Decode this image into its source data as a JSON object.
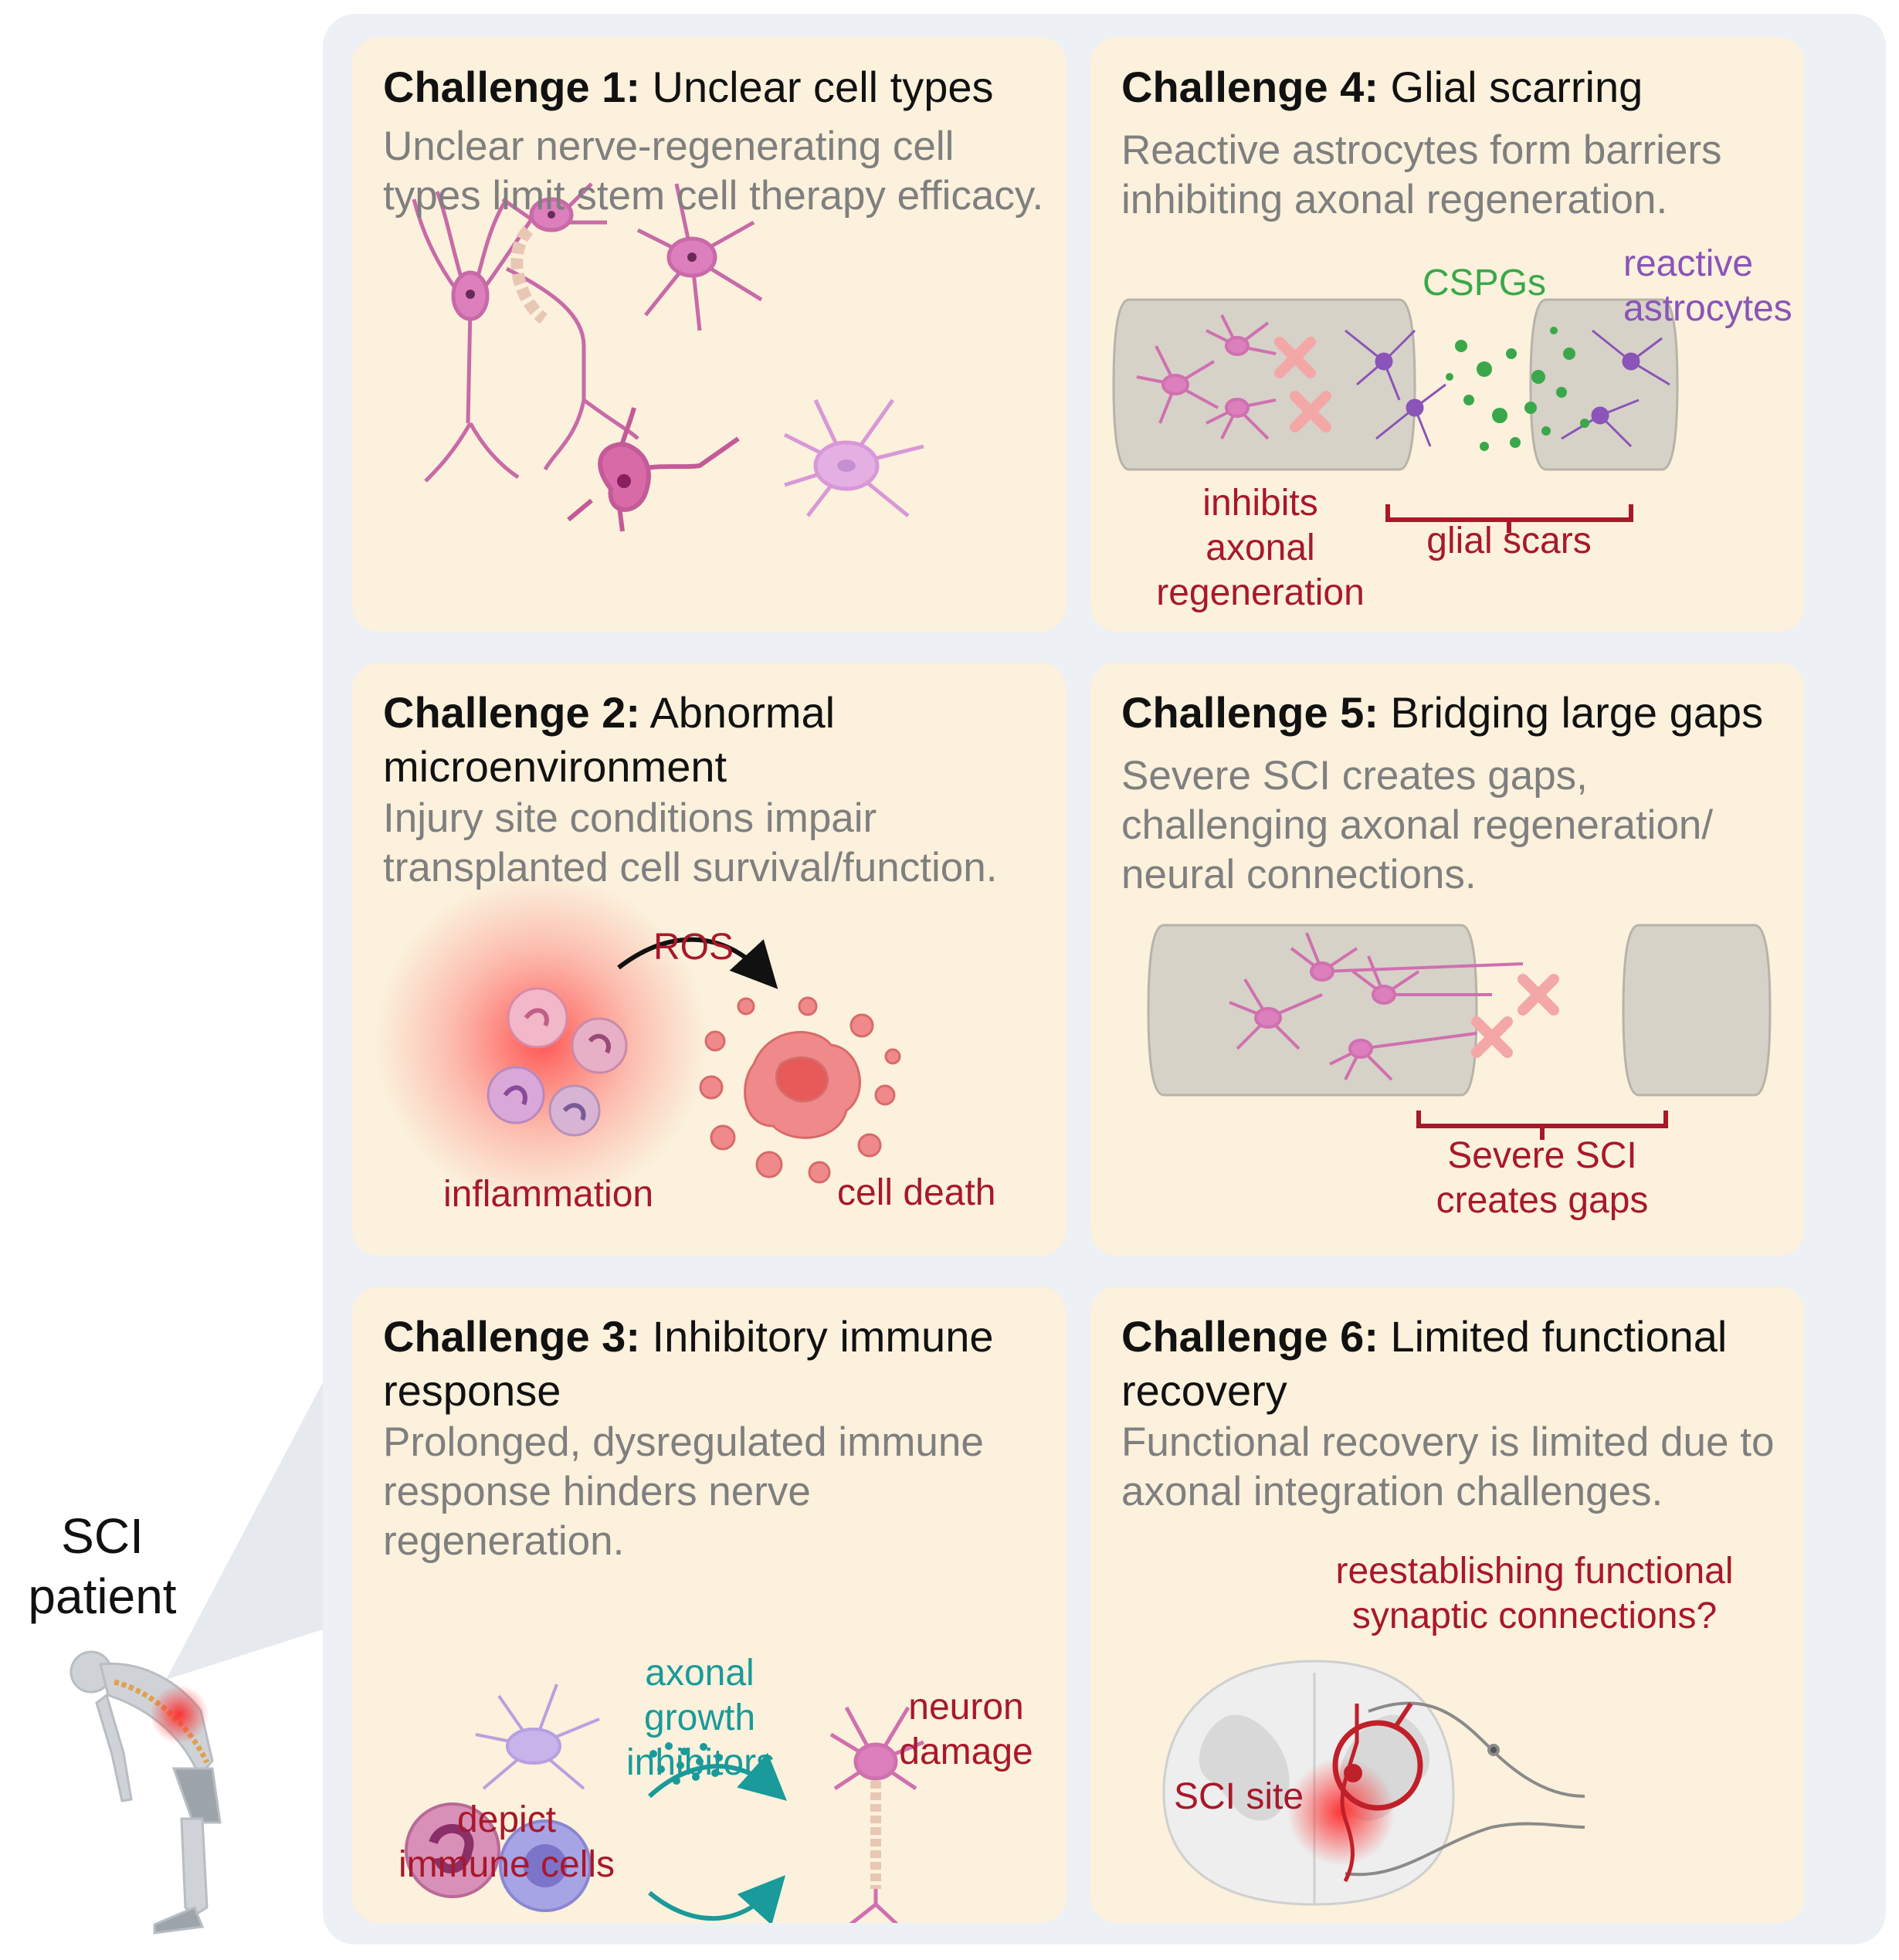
{
  "patient": {
    "label_line1": "SCI",
    "label_line2": "patient"
  },
  "challenges": [
    {
      "prefix": "Challenge 1:",
      "title": "Unclear cell types",
      "description": "Unclear nerve-regenerating cell types limit stem cell therapy efficacy.",
      "labels": []
    },
    {
      "prefix": "Challenge 2:",
      "title": "Abnormal microenvironment",
      "description": "Injury site conditions impair transplanted cell survival/function.",
      "labels": {
        "ros": "ROS",
        "inflammation": "inflammation",
        "cell_death": "cell death"
      }
    },
    {
      "prefix": "Challenge 3:",
      "title": "Inhibitory immune response",
      "description": "Prolonged, dysregulated immune response hinders nerve regeneration.",
      "labels": {
        "inhibitors_1": "axonal",
        "inhibitors_2": "growth",
        "inhibitors_3": "inhibitors",
        "neuron_1": "neuron",
        "neuron_2": "damage",
        "immune_1": "depict",
        "immune_2": "immune cells"
      }
    },
    {
      "prefix": "Challenge 4:",
      "title": "Glial scarring",
      "description": "Reactive astrocytes form barriers inhibiting axonal regeneration.",
      "labels": {
        "cspgs": "CSPGs",
        "reactive_1": "reactive",
        "reactive_2": "astrocytes",
        "inhibits_1": "inhibits",
        "inhibits_2": "axonal",
        "inhibits_3": "regeneration",
        "glial_scars": "glial scars"
      }
    },
    {
      "prefix": "Challenge 5:",
      "title": "Bridging large gaps",
      "description": "Severe SCI creates gaps, challenging axonal regeneration/ neural connections.",
      "labels": {
        "gap_1": "Severe SCI",
        "gap_2": "creates gaps"
      }
    },
    {
      "prefix": "Challenge 6:",
      "title": "Limited functional recovery",
      "description": "Functional recovery is limited due to axonal integration challenges.",
      "labels": {
        "question_1": "reestablishing functional",
        "question_2": "synaptic connections?",
        "site": "SCI site"
      }
    }
  ],
  "colors": {
    "card": "#fbf1dc",
    "panel": "#edf0f4",
    "label_red": "#a8182a",
    "cspg_green": "#3aa84a",
    "astro_purple": "#8a54b8",
    "teal": "#1a9a9a",
    "neuron_pink": "#d86ab0",
    "cross_pink": "#f4a7a7"
  }
}
